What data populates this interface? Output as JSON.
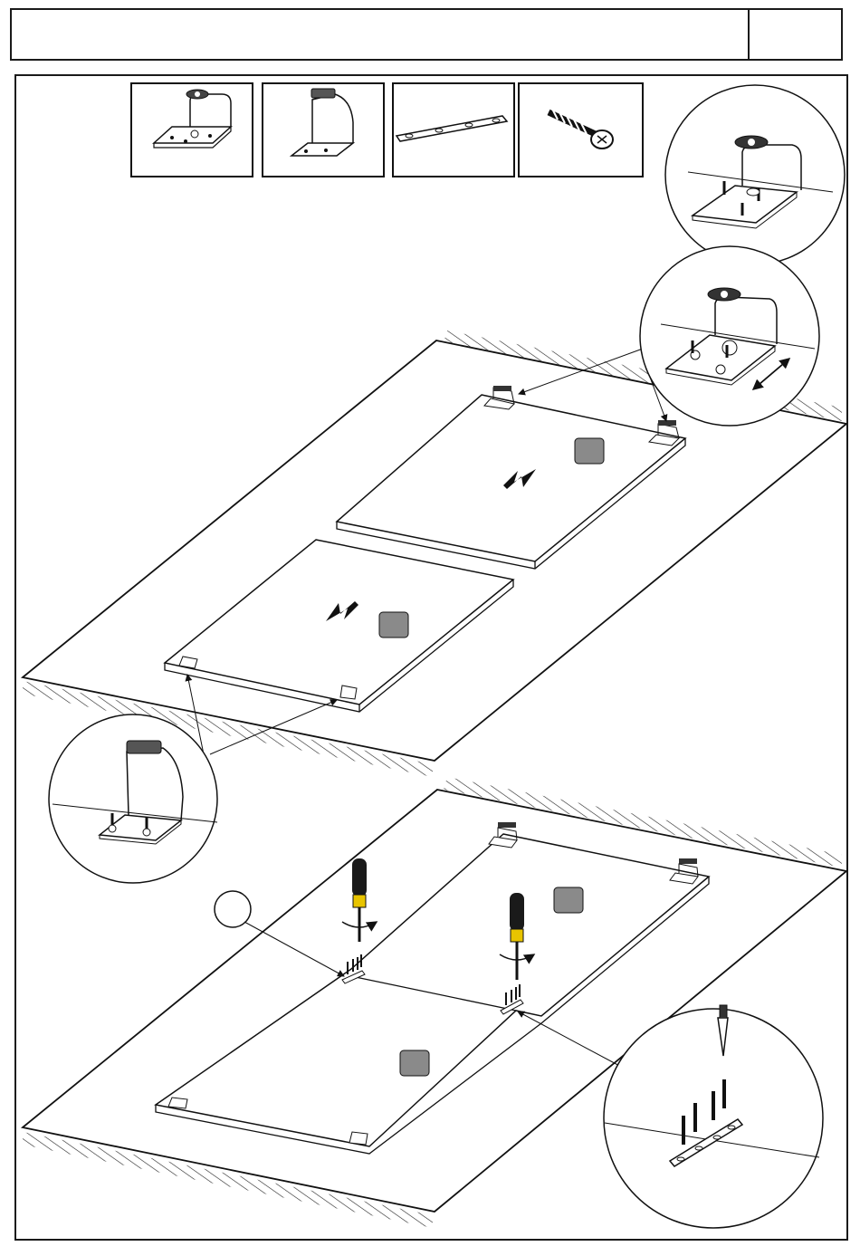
{
  "header": {
    "title": "",
    "step_number": ""
  },
  "parts": [
    {
      "name": "hinge-bracket-with-cam"
    },
    {
      "name": "hinge-bracket"
    },
    {
      "name": "connector-plate"
    },
    {
      "name": "screw"
    }
  ],
  "panels": {
    "marker_color": "#8a8a8a"
  }
}
